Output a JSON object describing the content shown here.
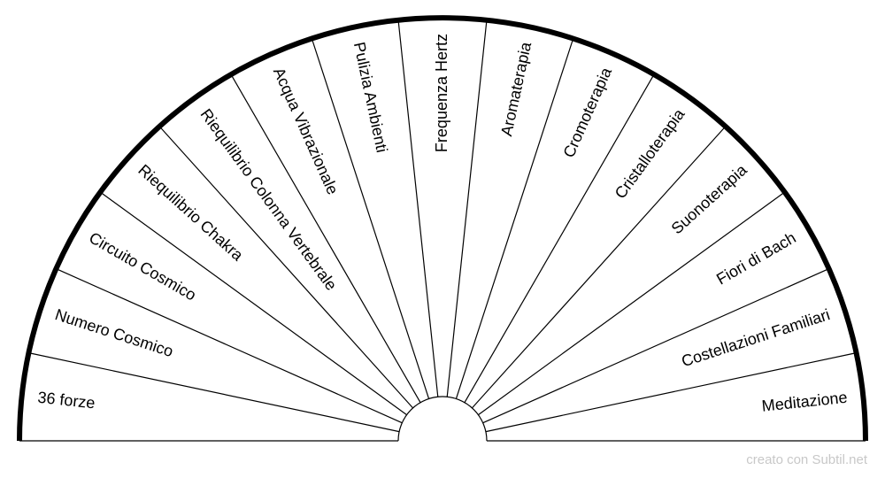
{
  "diagram": {
    "sectors": [
      "36 forze",
      "Numero Cosmico",
      "Circuito Cosmico",
      "Riequilibrio Chakra",
      "Riequilibrio Colonna Vertebrale",
      "Acqua Vibrazionale",
      "Pulizia Ambienti",
      "Frequenza Hertz",
      "Aromaterapia",
      "Cromoterapia",
      "Cristalloterapia",
      "Suonoterapia",
      "Fiori di Bach",
      "Costellazioni Familiari",
      "Meditazione"
    ],
    "colors": {
      "stroke": "#000000",
      "background": "#ffffff",
      "credit": "#c8c8c8"
    }
  },
  "footer": {
    "credit": "creato con Subtil.net"
  }
}
